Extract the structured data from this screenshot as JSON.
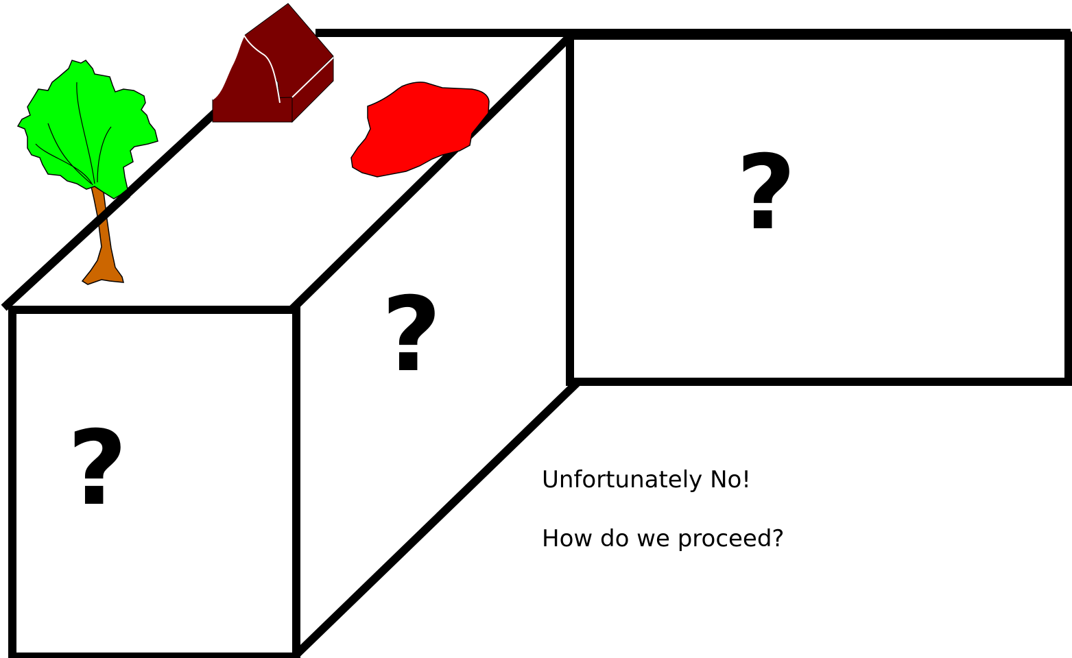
{
  "diagram": {
    "panels": [
      {
        "label": "?"
      },
      {
        "label": "?"
      },
      {
        "label": "?"
      }
    ],
    "caption": {
      "line_1": "Unfortunately No!",
      "line_2": "How do we proceed?"
    },
    "colors": {
      "outline": "#000000",
      "tree_foliage": "#00ff00",
      "tree_trunk": "#cc6600",
      "house": "#7a0000",
      "blob": "#ff0000"
    },
    "icons": [
      "tree-icon",
      "house-icon",
      "red-blob-shape"
    ]
  }
}
